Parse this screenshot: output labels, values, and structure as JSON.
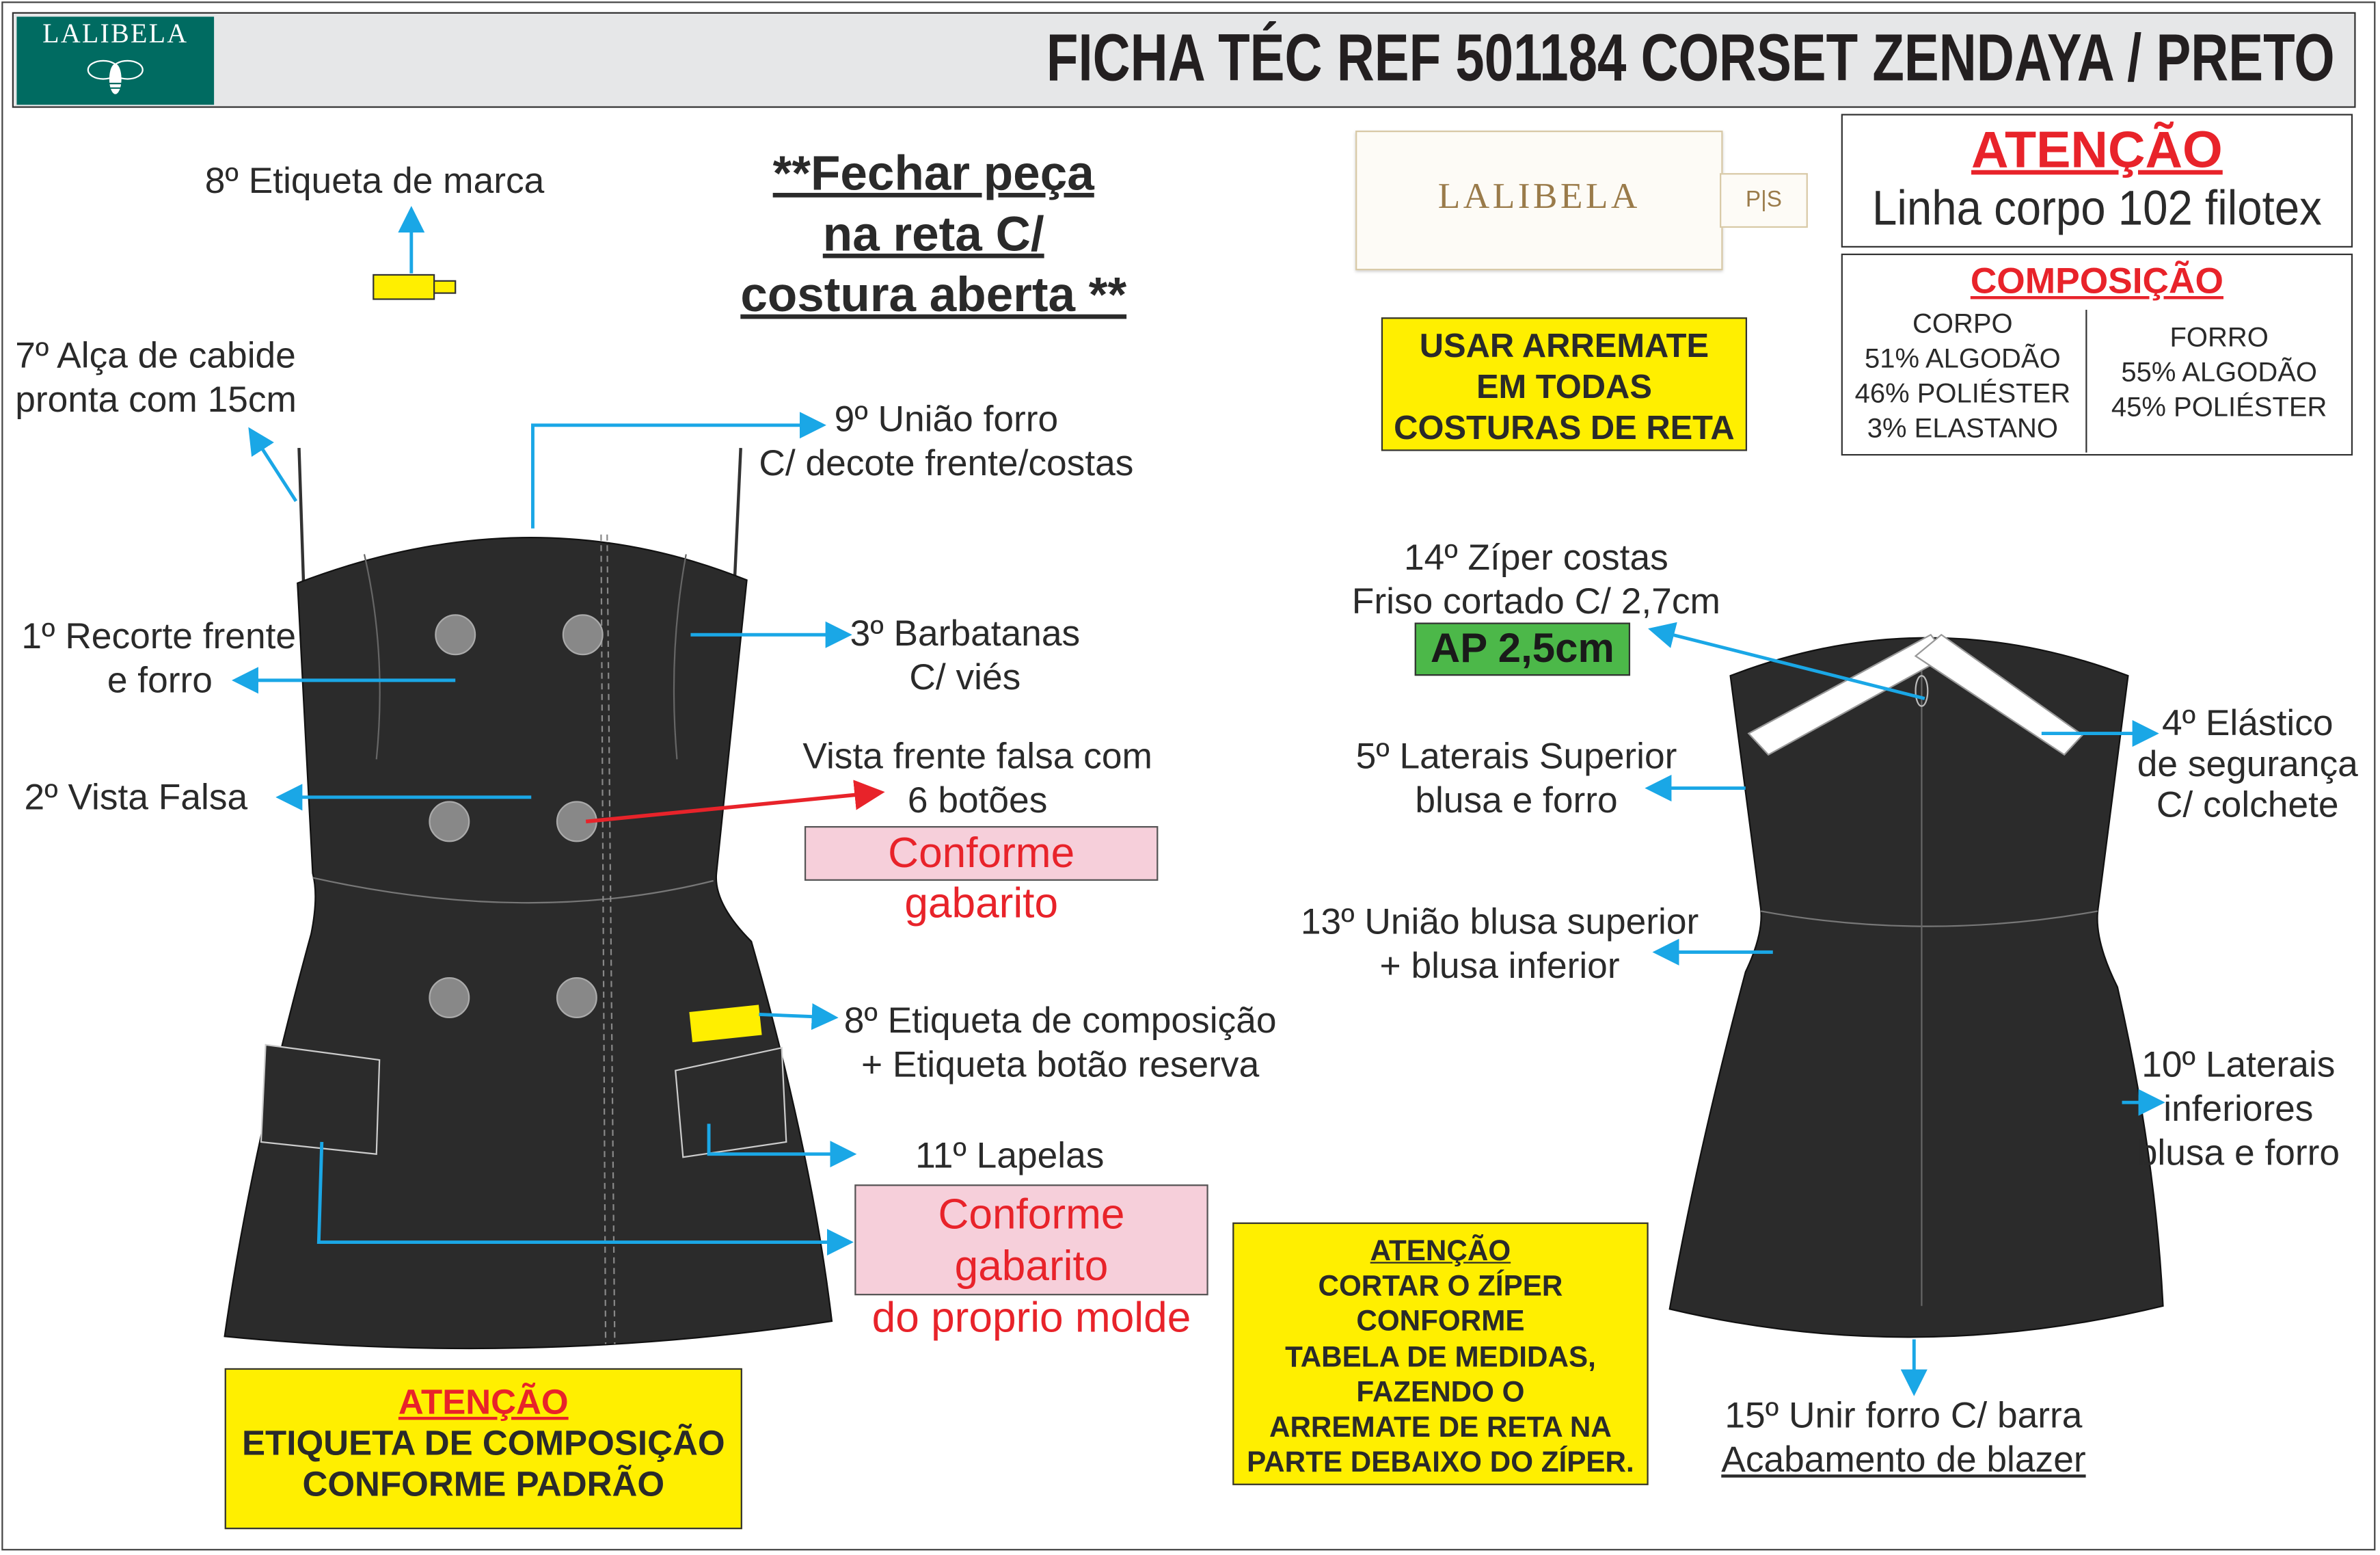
{
  "header": {
    "logo_text": "LALIBELA",
    "title": "FICHA TÉC REF 501184 CORSET ZENDAYA / PRETO"
  },
  "brand_label": {
    "text": "LALIBELA",
    "size_tag": "P|S"
  },
  "attention_box": {
    "title": "ATENÇÃO",
    "text": "Linha corpo 102 filotex"
  },
  "composition": {
    "title": "COMPOSIÇÃO",
    "corpo": [
      "CORPO",
      "51% ALGODÃO",
      "46% POLIÉSTER",
      "3% ELASTANO"
    ],
    "forro": [
      "FORRO",
      "55% ALGODÃO",
      "45% POLIÉSTER"
    ]
  },
  "notes": {
    "fechar": [
      "**Fechar peça",
      "na reta C/",
      "costura aberta **"
    ],
    "arremate": [
      "USAR ARREMATE",
      "EM TODAS",
      "COSTURAS DE RETA"
    ],
    "etiqueta_attention": {
      "title": "ATENÇÃO",
      "lines": [
        "ETIQUETA DE COMPOSIÇÃO",
        "CONFORME PADRÃO"
      ]
    },
    "ziper_attention": {
      "title": "ATENÇÃO",
      "lines": [
        "CORTAR O ZÍPER",
        "CONFORME",
        "TABELA DE MEDIDAS,",
        "FAZENDO O",
        "ARREMATE DE RETA NA",
        "PARTE DEBAIXO DO ZÍPER."
      ]
    }
  },
  "front_labels": {
    "l8_marca": "8º Etiqueta de marca",
    "l7": [
      "7º Alça de cabide",
      "pronta com 15cm"
    ],
    "l9": [
      "9º União forro",
      "C/ decote frente/costas"
    ],
    "l1": [
      "1º Recorte frente",
      "e forro"
    ],
    "l3": [
      "3º Barbatanas",
      "C/ viés"
    ],
    "l2": "2º Vista Falsa",
    "vista": [
      "Vista frente falsa com",
      "6 botões"
    ],
    "gabarito1": "Conforme gabarito",
    "l8_comp": [
      "8º Etiqueta de composição",
      "+ Etiqueta botão reserva"
    ],
    "l11": "11º Lapelas",
    "gabarito2": [
      "Conforme gabarito",
      "do proprio molde"
    ]
  },
  "back_labels": {
    "l14": [
      "14º Zíper costas",
      "Friso cortado C/ 2,7cm"
    ],
    "ap": "AP 2,5cm",
    "l4": [
      "4º Elástico",
      "de segurança",
      "C/ colchete"
    ],
    "l5": [
      "5º Laterais Superior",
      "blusa e forro"
    ],
    "l13": [
      "13º União blusa superior",
      "+ blusa inferior"
    ],
    "l10": [
      "10º Laterais",
      "inferiores",
      "blusa e forro"
    ],
    "l15": [
      "15º Unir forro C/ barra",
      "Acabamento de blazer"
    ]
  },
  "colors": {
    "teal": "#006b61",
    "arrow": "#1aa7e6",
    "red": "#e8232a",
    "yellow": "#ffef00",
    "green": "#4cb849",
    "pink": "#f6cfda",
    "garment": "#2b2b2b"
  }
}
